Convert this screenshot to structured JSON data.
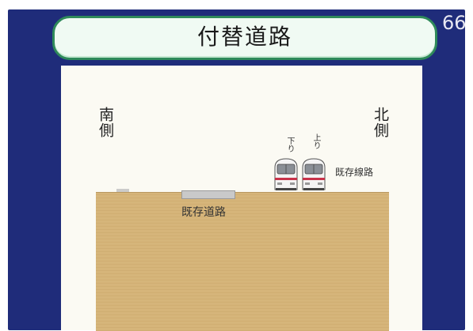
{
  "slide": {
    "page_number": "66",
    "title": "付替道路"
  },
  "diagram": {
    "south_label": "南側",
    "north_label": "北側",
    "existing_road_label": "既存道路",
    "existing_line_label": "既存線路",
    "track_down_label": "下り",
    "track_up_label": "上り"
  },
  "colors": {
    "slide_background": "#1f2c7a",
    "title_fill": "#f0faf3",
    "title_border": "#2f8a5a",
    "panel_background": "#fbfaf3",
    "ground": "#d6b57a",
    "train_stripe": "#c8324a"
  },
  "icons": {
    "train_down": "train-front-icon",
    "train_up": "train-front-icon"
  }
}
